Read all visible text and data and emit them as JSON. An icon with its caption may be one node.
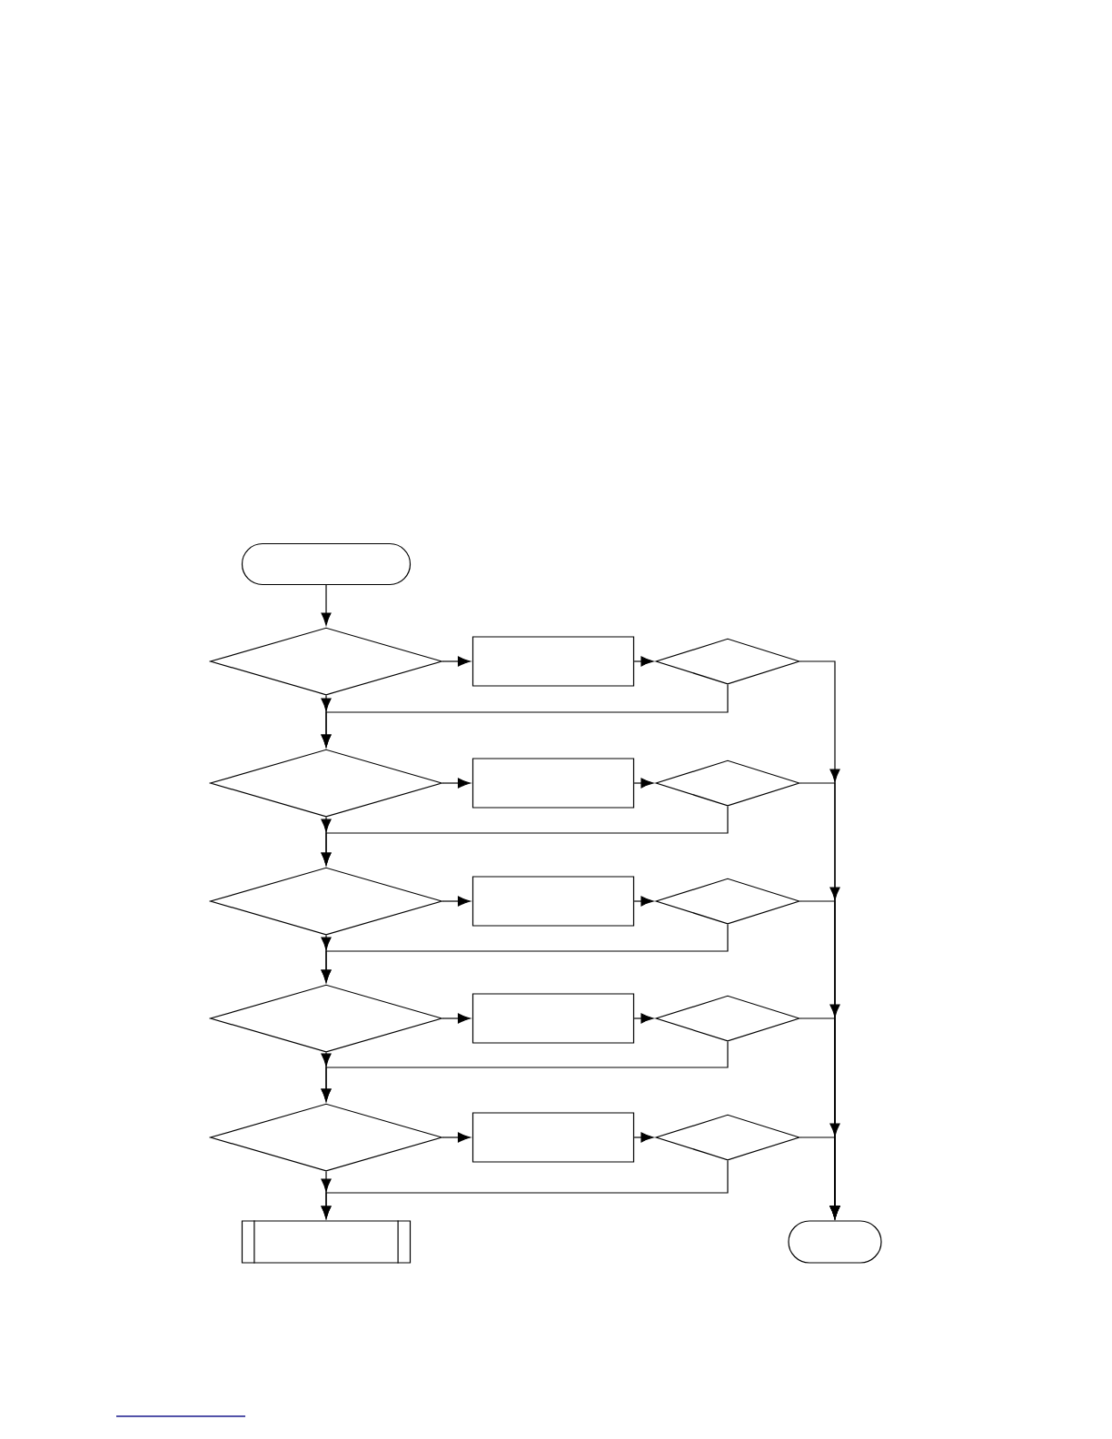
{
  "diagram": {
    "nodes": [
      {
        "text": [],
        "shape": "capsule"
      },
      {
        "text": [],
        "shape": "diamond"
      },
      {
        "text": [],
        "shape": "box"
      },
      {
        "text": [],
        "shape": "diamond"
      },
      {
        "text": [],
        "shape": "diamond"
      },
      {
        "text": [],
        "shape": "box"
      },
      {
        "text": [],
        "shape": "diamond"
      },
      {
        "text": [],
        "shape": "diamond"
      },
      {
        "text": [],
        "shape": "box"
      },
      {
        "text": [],
        "shape": "diamond"
      },
      {
        "text": [],
        "shape": "diamond"
      },
      {
        "text": [],
        "shape": "box"
      },
      {
        "text": [],
        "shape": "diamond"
      },
      {
        "text": [],
        "shape": "diamond"
      },
      {
        "text": [],
        "shape": "box"
      },
      {
        "text": [],
        "shape": "diamond"
      },
      {
        "text": [],
        "shape": "subroutine"
      },
      {
        "text": [],
        "shape": "capsule"
      }
    ],
    "edges": [
      {
        "from": 0,
        "to": 1,
        "arrow": "to"
      },
      {
        "from": 1,
        "to": 2,
        "arrow": "to"
      },
      {
        "from": 2,
        "to": 3,
        "arrow": "to"
      },
      {
        "from": 3,
        "to": 17,
        "arrow": "to"
      },
      {
        "from": 3,
        "to": 4,
        "arrow": "to"
      },
      {
        "from": 1,
        "to": 4,
        "arrow": "to"
      },
      {
        "from": 4,
        "to": 5,
        "arrow": "to"
      },
      {
        "from": 5,
        "to": 6,
        "arrow": "to"
      },
      {
        "from": 6,
        "to": 17,
        "arrow": "to"
      },
      {
        "from": 6,
        "to": 7,
        "arrow": "to"
      },
      {
        "from": 4,
        "to": 7,
        "arrow": "to"
      },
      {
        "from": 7,
        "to": 8,
        "arrow": "to"
      },
      {
        "from": 8,
        "to": 9,
        "arrow": "to"
      },
      {
        "from": 9,
        "to": 17,
        "arrow": "to"
      },
      {
        "from": 9,
        "to": 10,
        "arrow": "to"
      },
      {
        "from": 7,
        "to": 10,
        "arrow": "to"
      },
      {
        "from": 10,
        "to": 11,
        "arrow": "to"
      },
      {
        "from": 11,
        "to": 12,
        "arrow": "to"
      },
      {
        "from": 12,
        "to": 17,
        "arrow": "to"
      },
      {
        "from": 12,
        "to": 13,
        "arrow": "to"
      },
      {
        "from": 10,
        "to": 13,
        "arrow": "to"
      },
      {
        "from": 13,
        "to": 14,
        "arrow": "to"
      },
      {
        "from": 14,
        "to": 15,
        "arrow": "to"
      },
      {
        "from": 15,
        "to": 17,
        "arrow": "to"
      },
      {
        "from": 15,
        "to": 16,
        "arrow": "to"
      },
      {
        "from": 13,
        "to": 16,
        "arrow": "to"
      }
    ]
  }
}
